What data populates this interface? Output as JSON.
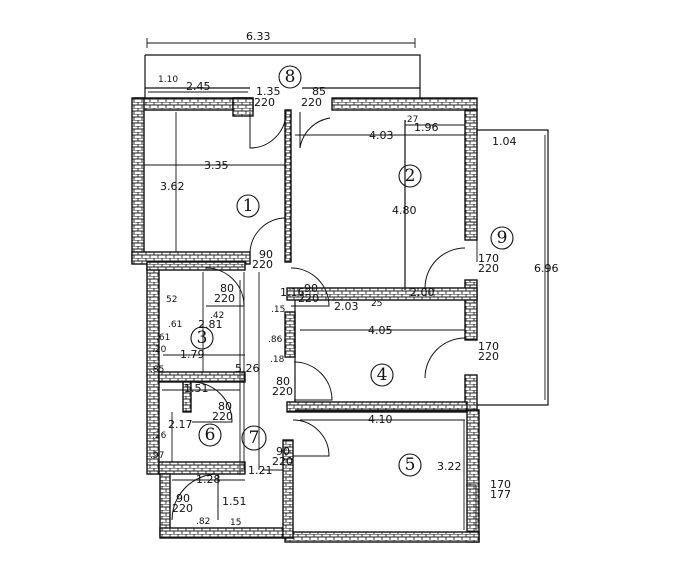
{
  "rooms": [
    {
      "id": "1"
    },
    {
      "id": "2"
    },
    {
      "id": "3"
    },
    {
      "id": "4"
    },
    {
      "id": "5"
    },
    {
      "id": "6"
    },
    {
      "id": "7"
    },
    {
      "id": "8"
    },
    {
      "id": "9"
    }
  ],
  "dimensions": {
    "d_6_33": "6.33",
    "d_1_10": "1.10",
    "d_2_45": "2.45",
    "d_1_35": "1.35",
    "d_220_a": "220",
    "d_85": "85",
    "d_220_b": "220",
    "d_4_03": "4.03",
    "d_1_96": "1.96",
    "d_1_04": "1.04",
    "d_3_35": "3.35",
    "d_3_62": "3.62",
    "d_4_80": "4.80",
    "d_6_96": "6.96",
    "d_90_a": "90",
    "d_220_c": "220",
    "d_170_a": "170",
    "d_220_d": "220",
    "d_80_a": "80",
    "d_220_e": "220",
    "d_52": "52",
    "d_42": ".42",
    "d_2_81": "2.81",
    "d_61": ".61",
    "d_1_16": "1.16",
    "d_90_b": "90",
    "d_220_f": "220",
    "d_2_00": "2.00",
    "d_15": ".15",
    "d_2_03": "2.03",
    "d_25": "25",
    "d_4_05": "4.05",
    "d_61b": ".61",
    "d_20": ".20",
    "d_1_79": "1.79",
    "d_86": ".86",
    "d_18": ".18",
    "d_170_b": "170",
    "d_220_g": "220",
    "d_85b": ".85",
    "d_5_26": "5.26",
    "d_80_b": "80",
    "d_220_h": "220",
    "d_1_51_a": "1.51",
    "d_80_c": "80",
    "d_220_i": "220",
    "d_4_10": "4.10",
    "d_26": ".26",
    "d_2_17": "2.17",
    "d_97": ".97",
    "d_90_c": "90",
    "d_220_j": "220",
    "d_1_21": "1.21",
    "d_1_28": "1.28",
    "d_3_22": "3.22",
    "d_170_c": "170",
    "d_177": "177",
    "d_90_d": "90",
    "d_220_k": "220",
    "d_1_51_b": "1.51",
    "d_82": ".82",
    "d_15b": "15",
    "d_27": ".27"
  }
}
